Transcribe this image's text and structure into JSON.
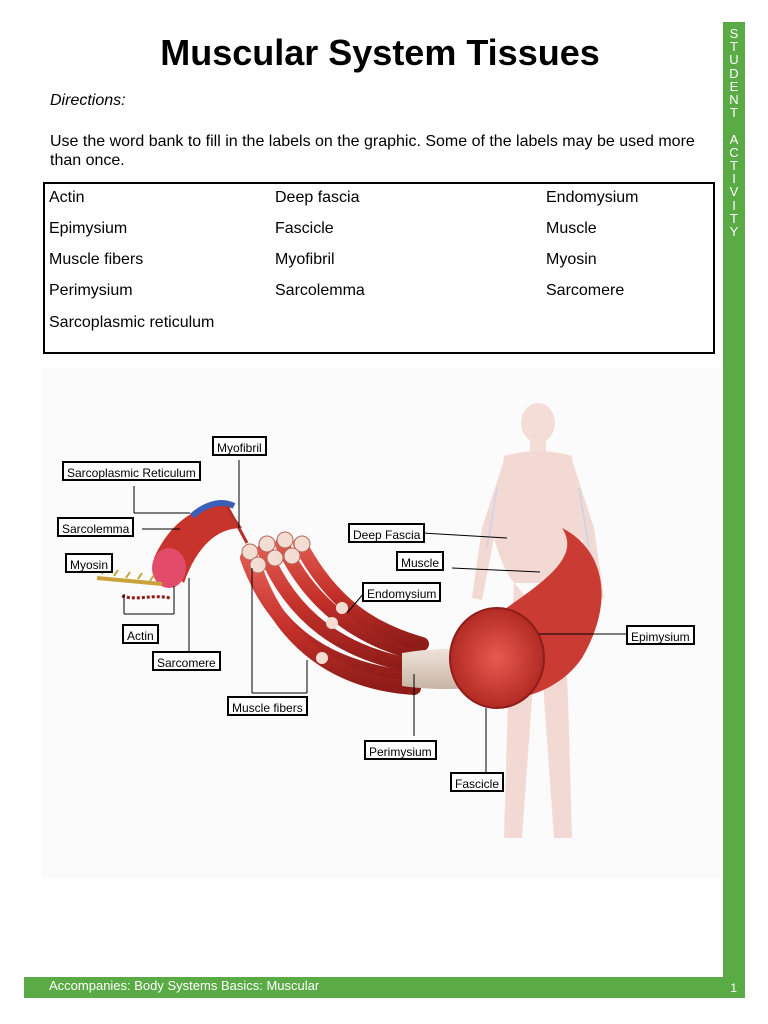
{
  "title": "Muscular System Tissues",
  "directions_label": "Directions:",
  "directions_text": "Use the word bank to fill in the labels on the graphic. Some of the labels may be used more than once.",
  "sidebar_text": "S\nT\nU\nD\nE\nN\nT\n\nA\nC\nT\nI\nV\nI\nT\nY",
  "word_bank": [
    "Actin",
    "Deep fascia",
    "Endomysium",
    "Epimysium",
    "Fascicle",
    "Muscle",
    "Muscle fibers",
    "Myofibril",
    "Myosin",
    "Perimysium",
    "Sarcolemma",
    "Sarcomere",
    "Sarcoplasmic reticulum"
  ],
  "graphic_labels": {
    "myofibril": "Myofibril",
    "sarcoplasmic_reticulum": "Sarcoplasmic Reticulum",
    "sarcolemma": "Sarcolemma",
    "myosin": "Myosin",
    "actin": "Actin",
    "sarcomere": "Sarcomere",
    "deep_fascia": "Deep Fascia",
    "muscle": "Muscle",
    "endomysium": "Endomysium",
    "epimysium": "Epimysium",
    "muscle_fibers": "Muscle fibers",
    "perimysium": "Perimysium",
    "fascicle": "Fascicle"
  },
  "footer": {
    "text": "Accompanies: Body Systems Basics: Muscular",
    "page": "1"
  },
  "colors": {
    "accent": "#5aaa46",
    "muscle": "#c9302c"
  }
}
